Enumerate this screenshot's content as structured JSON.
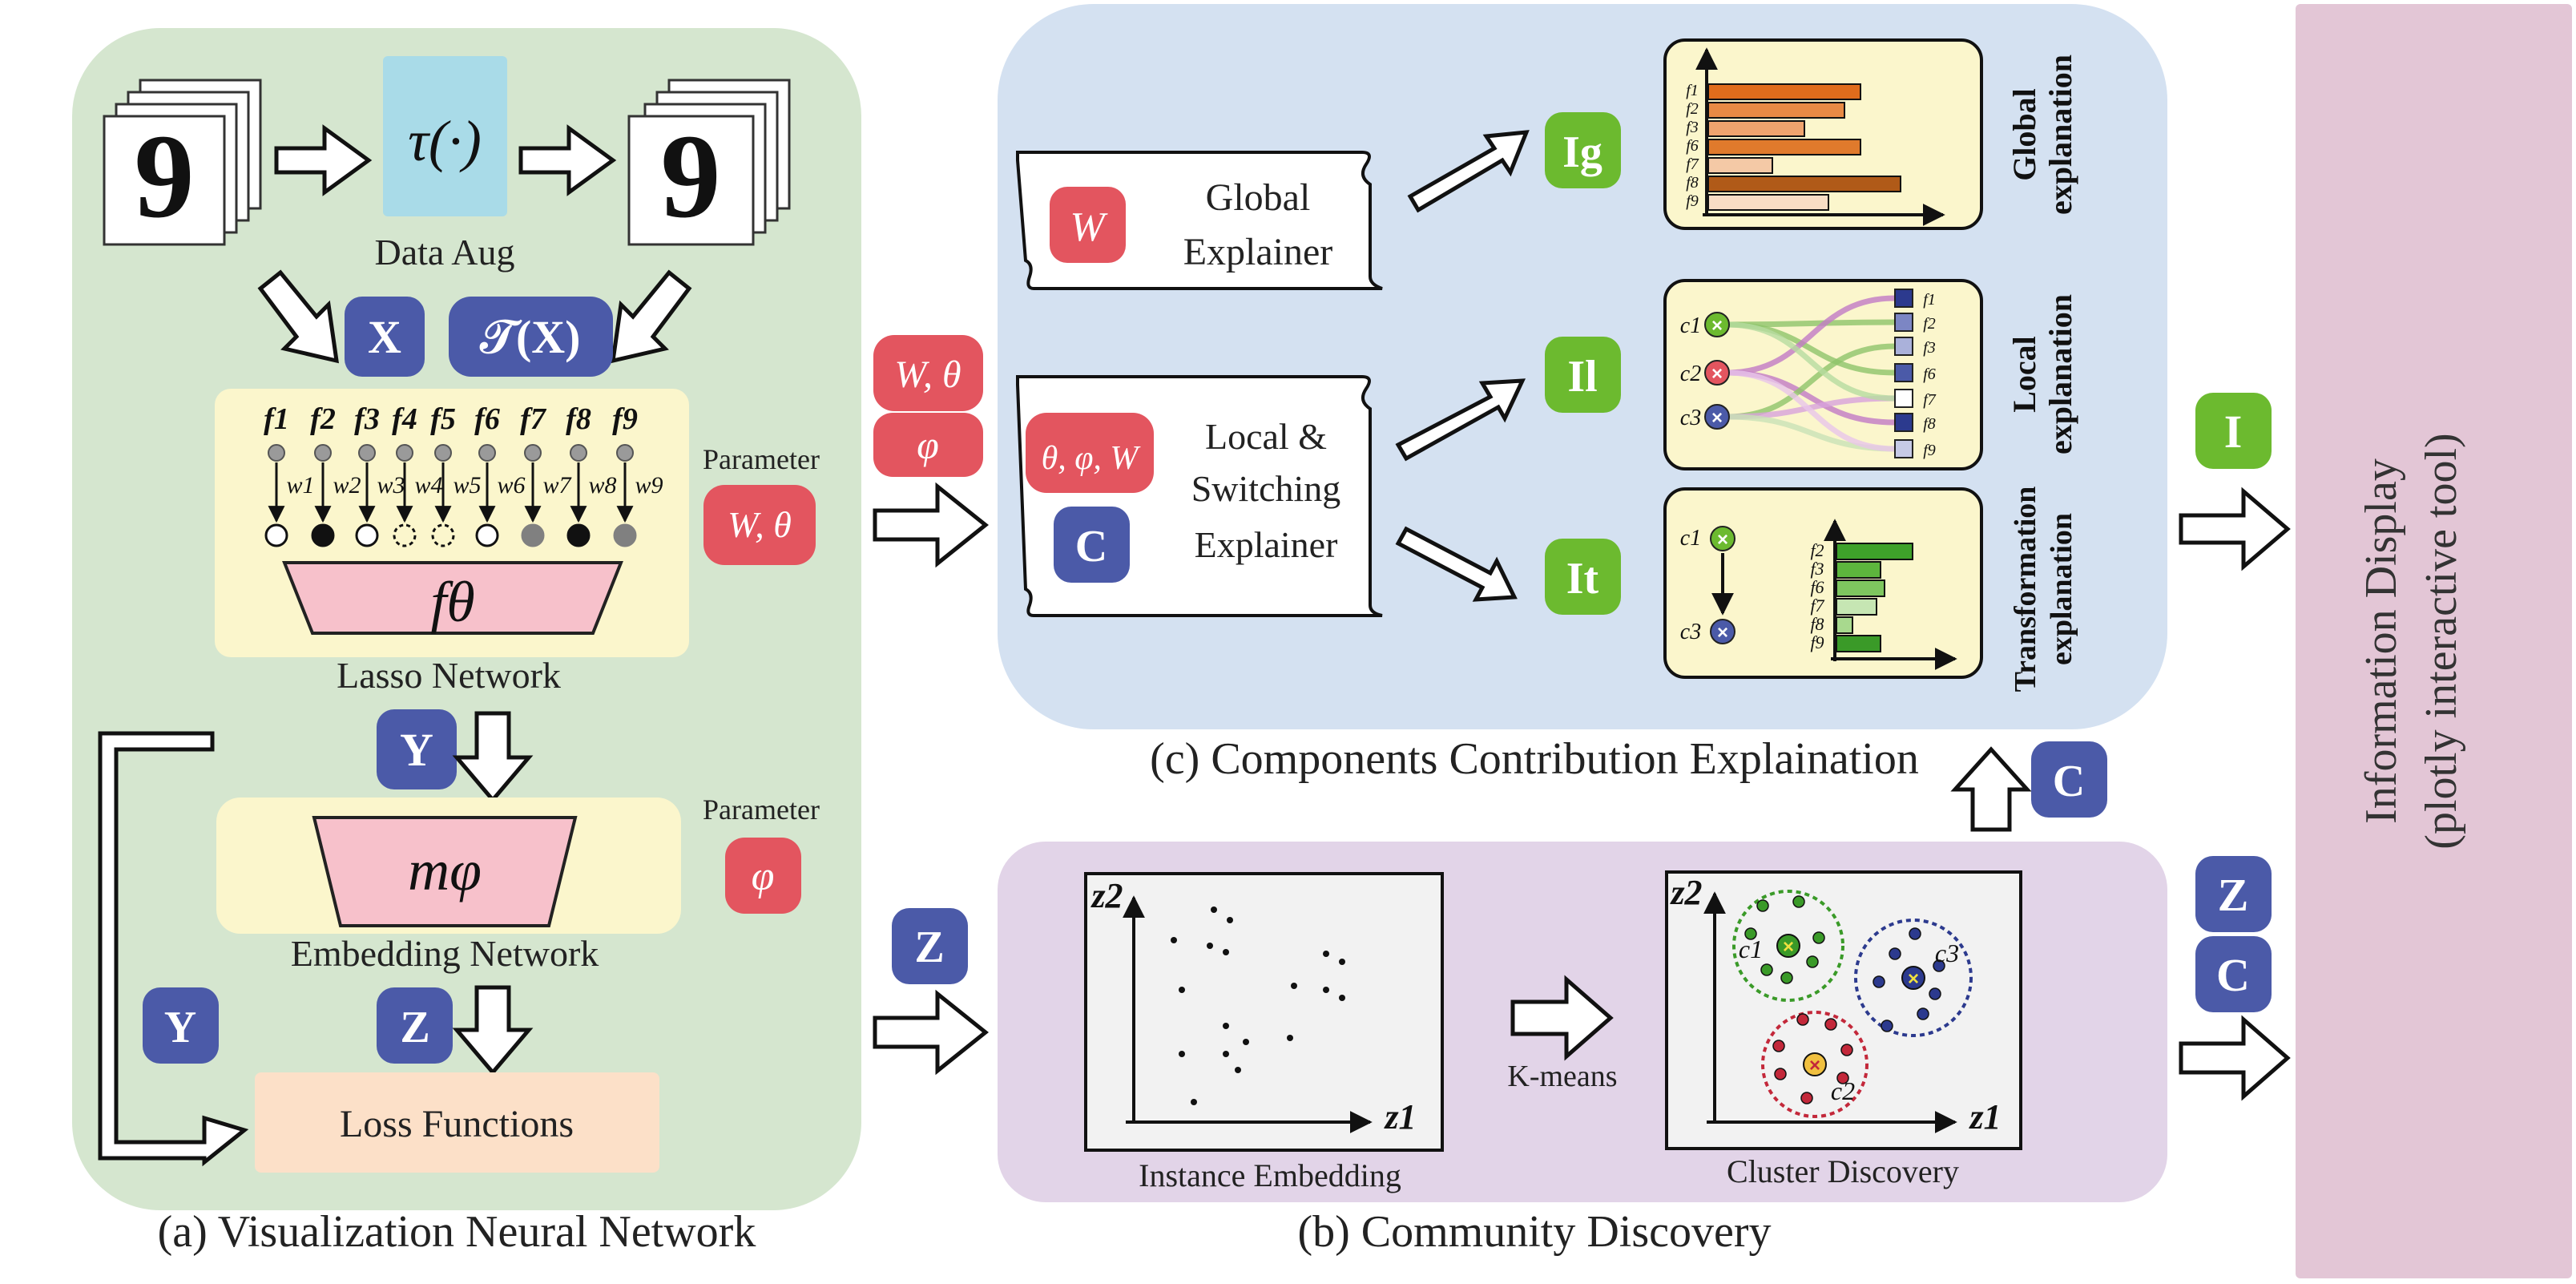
{
  "panel_a": {
    "caption": "(a) Visualization Neural Network",
    "data_aug_label": "Data Aug",
    "tau_symbol": "τ(·)",
    "badge_x": "X",
    "badge_tx": "𝒯(X)",
    "features": [
      "f1",
      "f2",
      "f3",
      "f4",
      "f5",
      "f6",
      "f7",
      "f8",
      "f9"
    ],
    "weights": [
      "w1",
      "w2",
      "w3",
      "w4",
      "w5",
      "w6",
      "w7",
      "w8",
      "w9"
    ],
    "f_theta": "fθ",
    "lasso_label": "Lasso Network",
    "parameter_label_1": "Parameter",
    "param_w_theta": "W, θ",
    "badge_y": "Y",
    "m_phi": "mφ",
    "embedding_label": "Embedding Network",
    "parameter_label_2": "Parameter",
    "param_phi": "φ",
    "badge_z": "Z",
    "badge_y_left": "Y",
    "loss_label": "Loss Functions"
  },
  "connectors": {
    "w_theta": "W, θ",
    "phi": "φ",
    "z": "Z"
  },
  "panel_c": {
    "caption": "(c) Components Contribution Explaination",
    "global_box": {
      "badge": "W",
      "line1": "Global",
      "line2": "Explainer"
    },
    "local_box": {
      "badge": "θ, φ, W",
      "line1": "Local &",
      "line2": "Switching",
      "line3": "Explainer",
      "badge_c": "C"
    },
    "ig": "Ig",
    "il": "Il",
    "it": "It",
    "global_expl_1": "Global",
    "global_expl_2": "explanation",
    "local_expl_1": "Local",
    "local_expl_2": "explanation",
    "trans_expl_1": "Transformation",
    "trans_expl_2": "explanation",
    "global_chart_labels": [
      "f1",
      "f2",
      "f3",
      "f6",
      "f7",
      "f8",
      "f9"
    ],
    "local_left_labels": [
      "c1",
      "c2",
      "c3"
    ],
    "local_right_labels": [
      "f1",
      "f2",
      "f3",
      "f6",
      "f7",
      "f8",
      "f9"
    ],
    "trans_left_labels": [
      "c1",
      "c3"
    ],
    "trans_chart_labels": [
      "f2",
      "f3",
      "f6",
      "f7",
      "f8",
      "f9"
    ]
  },
  "panel_b": {
    "caption": "(b) Community Discovery",
    "instance_label": "Instance Embedding",
    "cluster_label": "Cluster Discovery",
    "kmeans_label": "K-means",
    "axis_x": "z1",
    "axis_y": "z2",
    "c1": "c1",
    "c2": "c2",
    "c3": "c3"
  },
  "badge_c_up": "C",
  "right_badges": {
    "i": "I",
    "z": "Z",
    "c": "C"
  },
  "info_display": {
    "line1": "Information Display",
    "line2": "(plotly interactive tool)"
  },
  "colors": {
    "green_panel": "#d5e6cf",
    "yellow_box": "#fbf6cc",
    "blue_panel": "#d4e1f1",
    "purple_panel": "#e2d4e8",
    "pink_col": "#e3c6d6",
    "badge_blue": "#4b5aa8",
    "badge_red": "#e3555f",
    "badge_green": "#6cba2f",
    "tau_box": "#a9dbe8",
    "f_theta_box": "#f7c1cb",
    "loss_box": "#fce0c8"
  }
}
